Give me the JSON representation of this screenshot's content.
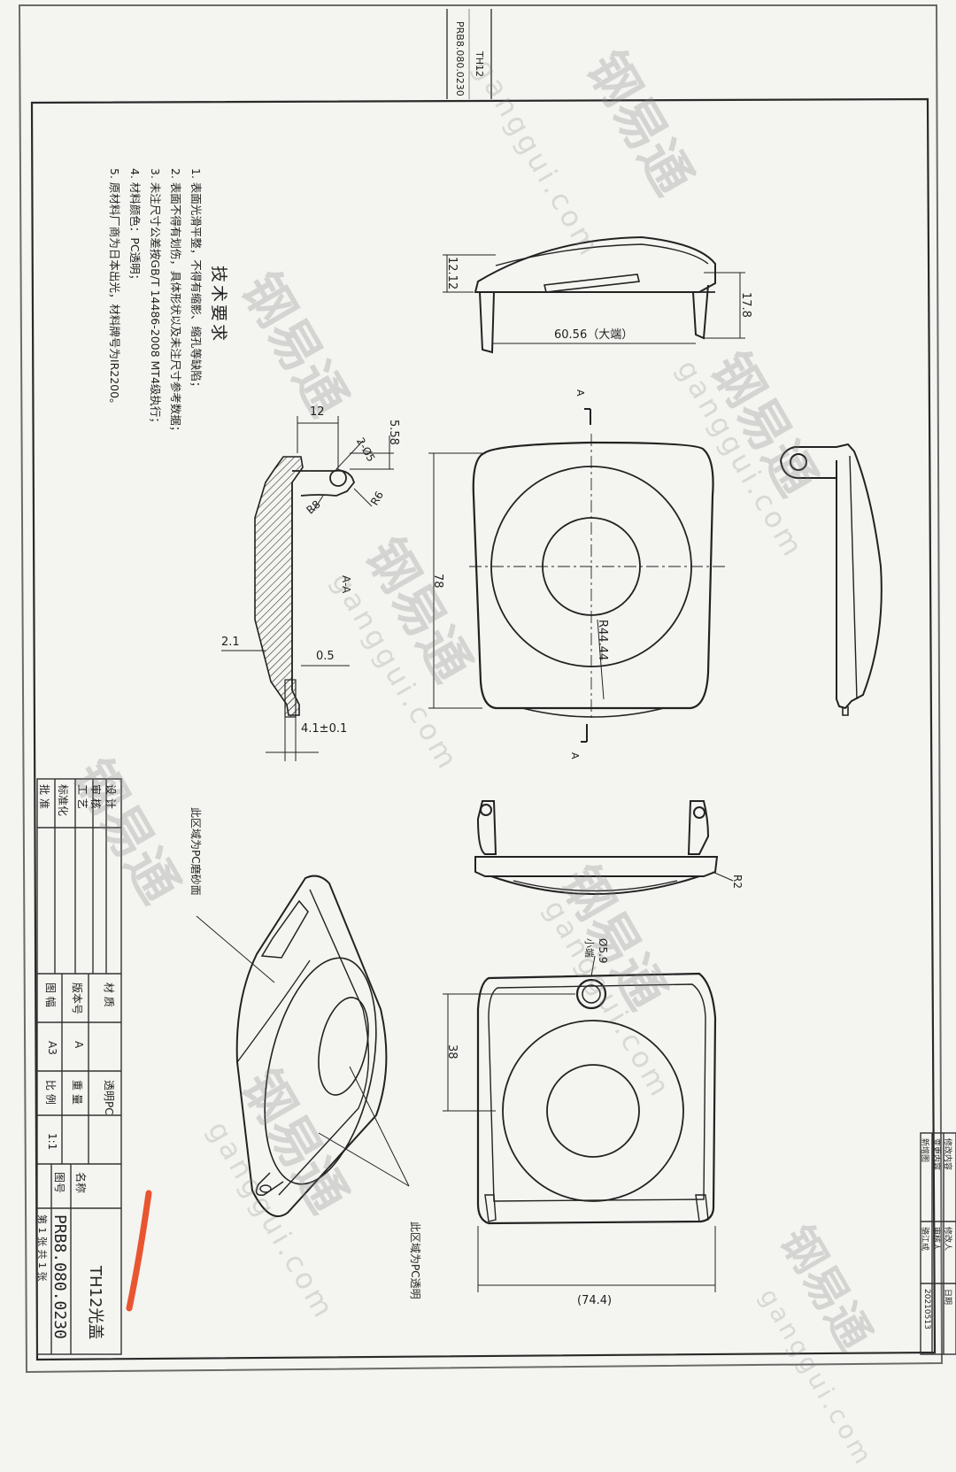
{
  "drawing": {
    "side_code": "TH12",
    "side_number": "PRB8.080.0230"
  },
  "requirements": {
    "title": "技术要求",
    "items": [
      "1. 表面光滑平整，不得有缩影、缩孔等缺陷；",
      "2. 表面不得有划伤，具体形状以及未注尺寸参考数据；",
      "3. 未注尺寸公差按GB/T 14486-2008 MT4级执行；",
      "4. 材料颜色：PC透明；",
      "5. 原材料厂商为日本出光，材料牌号为IR2200。"
    ]
  },
  "dimensions": {
    "height_12_12": "12.12",
    "height_17_8": "17.8",
    "width_60_56": "60.56（大端）",
    "dim_12": "12",
    "dim_5_58": "5.58",
    "hole_2_05": "2-Ø5",
    "r8": "R8",
    "r6": "R6",
    "section_label": "A-A",
    "dim_2_1": "2.1",
    "dim_0_5": "0.5",
    "dim_4_1": "4.1±0.1",
    "dim_78": "78",
    "r44_44": "R44.44",
    "r2": "R2",
    "hole_5_9": "Ø5.9",
    "hole_5_9_note": "小端",
    "dim_38": "38",
    "dim_74_4": "(74.4)",
    "section_mark": "A"
  },
  "notes": {
    "frosted": "此区域为PC磨砂面",
    "transparent": "此区域为PC透明"
  },
  "title_block": {
    "roles": [
      "设 计",
      "审 核",
      "工 艺",
      "标准化",
      "批 准"
    ],
    "material_label": "材 质",
    "material_value": "透明PC",
    "version_label": "版本号",
    "version_value": "A",
    "weight_label": "重 量",
    "size_label": "图 幅",
    "size_value": "A3",
    "scale_label": "比 例",
    "scale_value": "1:1",
    "name_label": "名称",
    "name_value": "TH12光盖",
    "number_label": "图号",
    "number_value": "PRB8.080.0230",
    "sheet_info": "第 1 张   共 1 张"
  },
  "revision_block": {
    "col1": "修改内容",
    "col2": "修改人",
    "col3": "日期",
    "row1a": "变更内容",
    "row1b": "审核人",
    "row2a": "新增图",
    "row2b": "骆江成",
    "row2c": "20210513"
  },
  "watermark": {
    "text": "钢易通",
    "url": "ganggui.com"
  }
}
